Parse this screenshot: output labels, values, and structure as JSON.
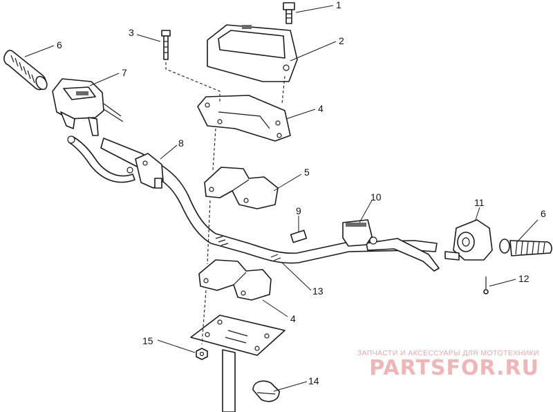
{
  "diagram": {
    "callouts": [
      "1",
      "2",
      "3",
      "4",
      "5",
      "6",
      "7",
      "8",
      "9",
      "10",
      "11",
      "12",
      "13",
      "14",
      "15"
    ],
    "extra_callouts": {
      "part_4_lower": "4",
      "part_6_right": "6"
    }
  },
  "watermark": {
    "tagline": "ЗАПЧАСТИ И АКСЕССУАРЫ ДЛЯ МОТОТЕХНИКИ",
    "logo_text": "PARTSFOR.RU"
  }
}
